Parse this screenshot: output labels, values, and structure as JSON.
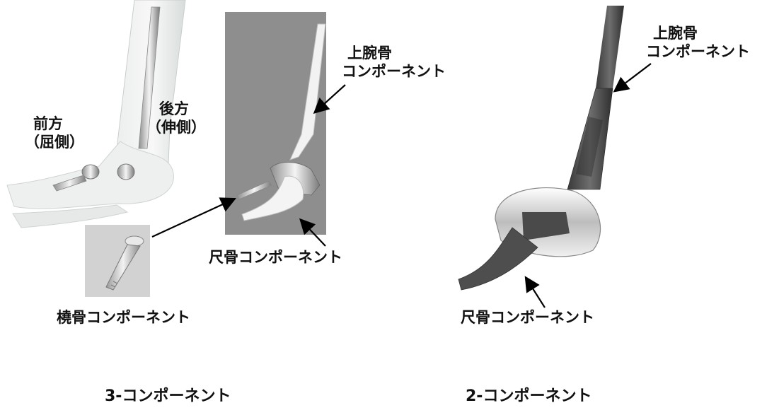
{
  "figure": {
    "left_panel": {
      "anterior_label": [
        "前方",
        "（屈側）"
      ],
      "posterior_label": [
        "後方",
        "（伸側）"
      ],
      "humeral_label": [
        "上腕骨",
        "コンポーネント"
      ],
      "ulnar_label": "尺骨コンポーネント",
      "radial_label": "橈骨コンポーネント",
      "caption": "3-コンポーネント"
    },
    "right_panel": {
      "humeral_label": [
        "上腕骨",
        "コンポーネント"
      ],
      "ulnar_label": "尺骨コンポーネント",
      "caption": "2-コンポーネント"
    }
  }
}
